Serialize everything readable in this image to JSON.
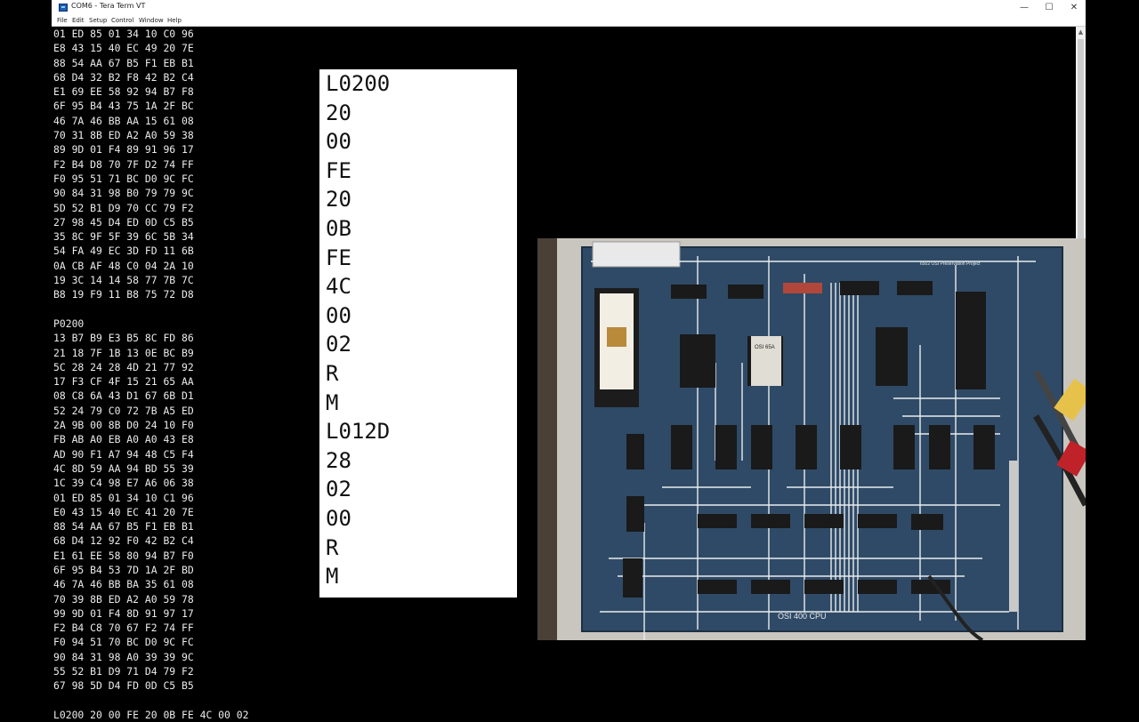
{
  "window": {
    "title": "COM6 - Tera Term VT",
    "controls": {
      "minimize": "—",
      "maximize": "☐",
      "close": "✕"
    }
  },
  "menu": {
    "items": [
      "File",
      "Edit",
      "Setup",
      "Control",
      "Window",
      "Help"
    ]
  },
  "terminal": {
    "lines": [
      "01 ED 85 01 34 10 C0 96",
      "E8 43 15 40 EC 49 20 7E",
      "88 54 AA 67 B5 F1 EB B1",
      "68 D4 32 B2 F8 42 B2 C4",
      "E1 69 EE 58 92 94 B7 F8",
      "6F 95 B4 43 75 1A 2F BC",
      "46 7A 46 BB AA 15 61 08",
      "70 31 8B ED A2 A0 59 38",
      "89 9D 01 F4 89 91 96 17",
      "F2 B4 D8 70 7F D2 74 FF",
      "F0 95 51 71 BC D0 9C FC",
      "90 84 31 98 B0 79 79 9C",
      "5D 52 B1 D9 70 CC 79 F2",
      "27 98 45 D4 ED 0D C5 B5",
      "35 8C 9F 5F 39 6C 5B 34",
      "54 FA 49 EC 3D FD 11 6B",
      "0A CB AF 48 C0 04 2A 10",
      "19 3C 14 14 58 77 7B 7C",
      "B8 19 F9 11 B8 75 72 D8",
      "",
      "P0200",
      "13 B7 B9 E3 B5 8C FD 86",
      "21 18 7F 1B 13 0E BC B9",
      "5C 28 24 28 4D 21 77 92",
      "17 F3 CF 4F 15 21 65 AA",
      "08 C8 6A 43 D1 67 6B D1",
      "52 24 79 C0 72 7B A5 ED",
      "2A 9B 00 8B D0 24 10 F0",
      "FB AB A0 EB A0 A0 43 E8",
      "AD 90 F1 A7 94 48 C5 F4",
      "4C 8D 59 AA 94 BD 55 39",
      "1C 39 C4 98 E7 A6 06 38",
      "01 ED 85 01 34 10 C1 96",
      "E0 43 15 40 EC 41 20 7E",
      "88 54 AA 67 B5 F1 EB B1",
      "68 D4 12 92 F0 42 B2 C4",
      "E1 61 EE 58 80 94 B7 F0",
      "6F 95 B4 53 7D 1A 2F BD",
      "46 7A 46 BB BA 35 61 08",
      "70 39 8B ED A2 A0 59 78",
      "99 9D 01 F4 8D 91 97 17",
      "F2 B4 C8 70 67 F2 74 FF",
      "F0 94 51 70 BC D0 9C FC",
      "90 84 31 98 A0 39 39 9C",
      "55 52 B1 D9 71 D4 79 F2",
      "67 98 5D D4 FD 0D C5 B5",
      "",
      "L0200 20 00 FE 20 0B FE 4C 00 02"
    ]
  },
  "overlay": {
    "lines": [
      "L0200",
      "20",
      "00",
      "FE",
      "20",
      "0B",
      "FE",
      "4C",
      "00",
      "02",
      "R",
      "M",
      "L012D",
      "28",
      "02",
      "00",
      "R",
      "M"
    ]
  },
  "photo": {
    "board_label": "OSI 400   CPU",
    "chip_label": "OSI 65A",
    "header_text": "6502 OSI Preservation Project",
    "colors": {
      "board": "#2f4a66",
      "trace": "#e8ecef"
    }
  }
}
